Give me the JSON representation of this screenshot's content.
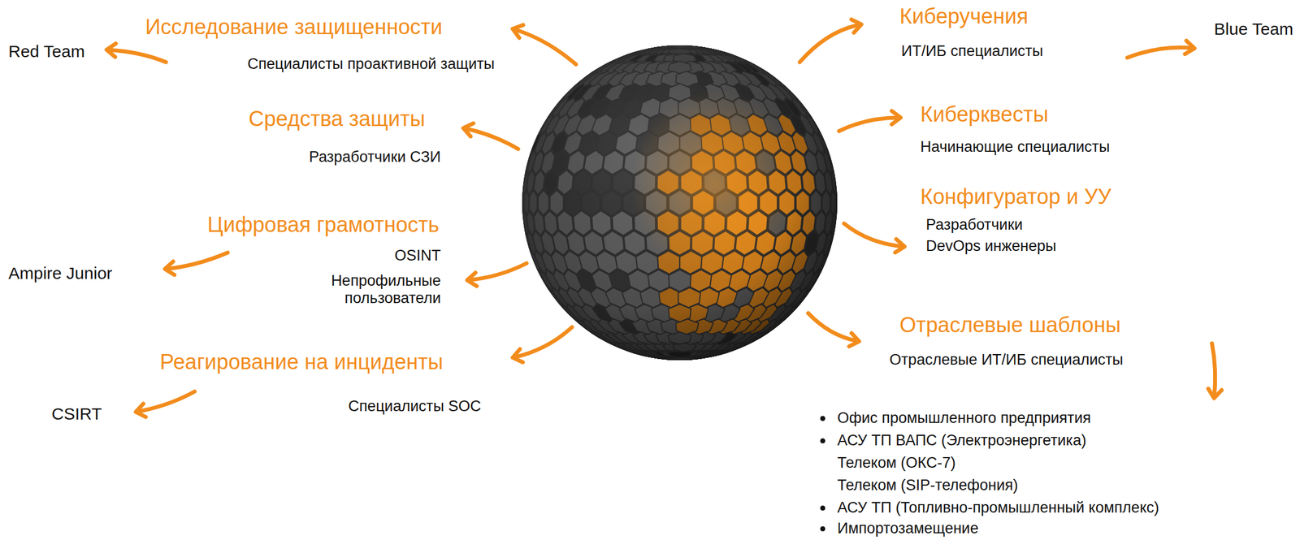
{
  "diagram": {
    "labels": [
      "Red Team",
      "Исследование защищенности",
      "Специалисты проактивной защиты",
      "Средства защиты",
      "Разработчики СЗИ",
      "Цифровая грамотность",
      "OSINT",
      "Непрофильные пользователи",
      "Ampire Junior",
      "Реагирование на инциденты",
      "Специалисты SOC",
      "CSIRT",
      "Киберучения",
      "ИТ/ИБ специалисты",
      "Blue Team",
      "Киберквесты",
      "Начинающие специалисты",
      "Конфигуратор и УУ",
      "Разработчики",
      "DevOps инженеры",
      "Отраслевые шаблоны",
      "Отраслевые ИТ/ИБ специалисты",
      "Офис промышленного предприятия",
      "АСУ ТП ВАПС (Электроэнергетика)",
      "Телеком (ОКС-7)",
      "Телеком (SIP-телефония)",
      "АСУ ТП (Топливно-промышленный комплекс)",
      "Импортозамещение"
    ]
  }
}
